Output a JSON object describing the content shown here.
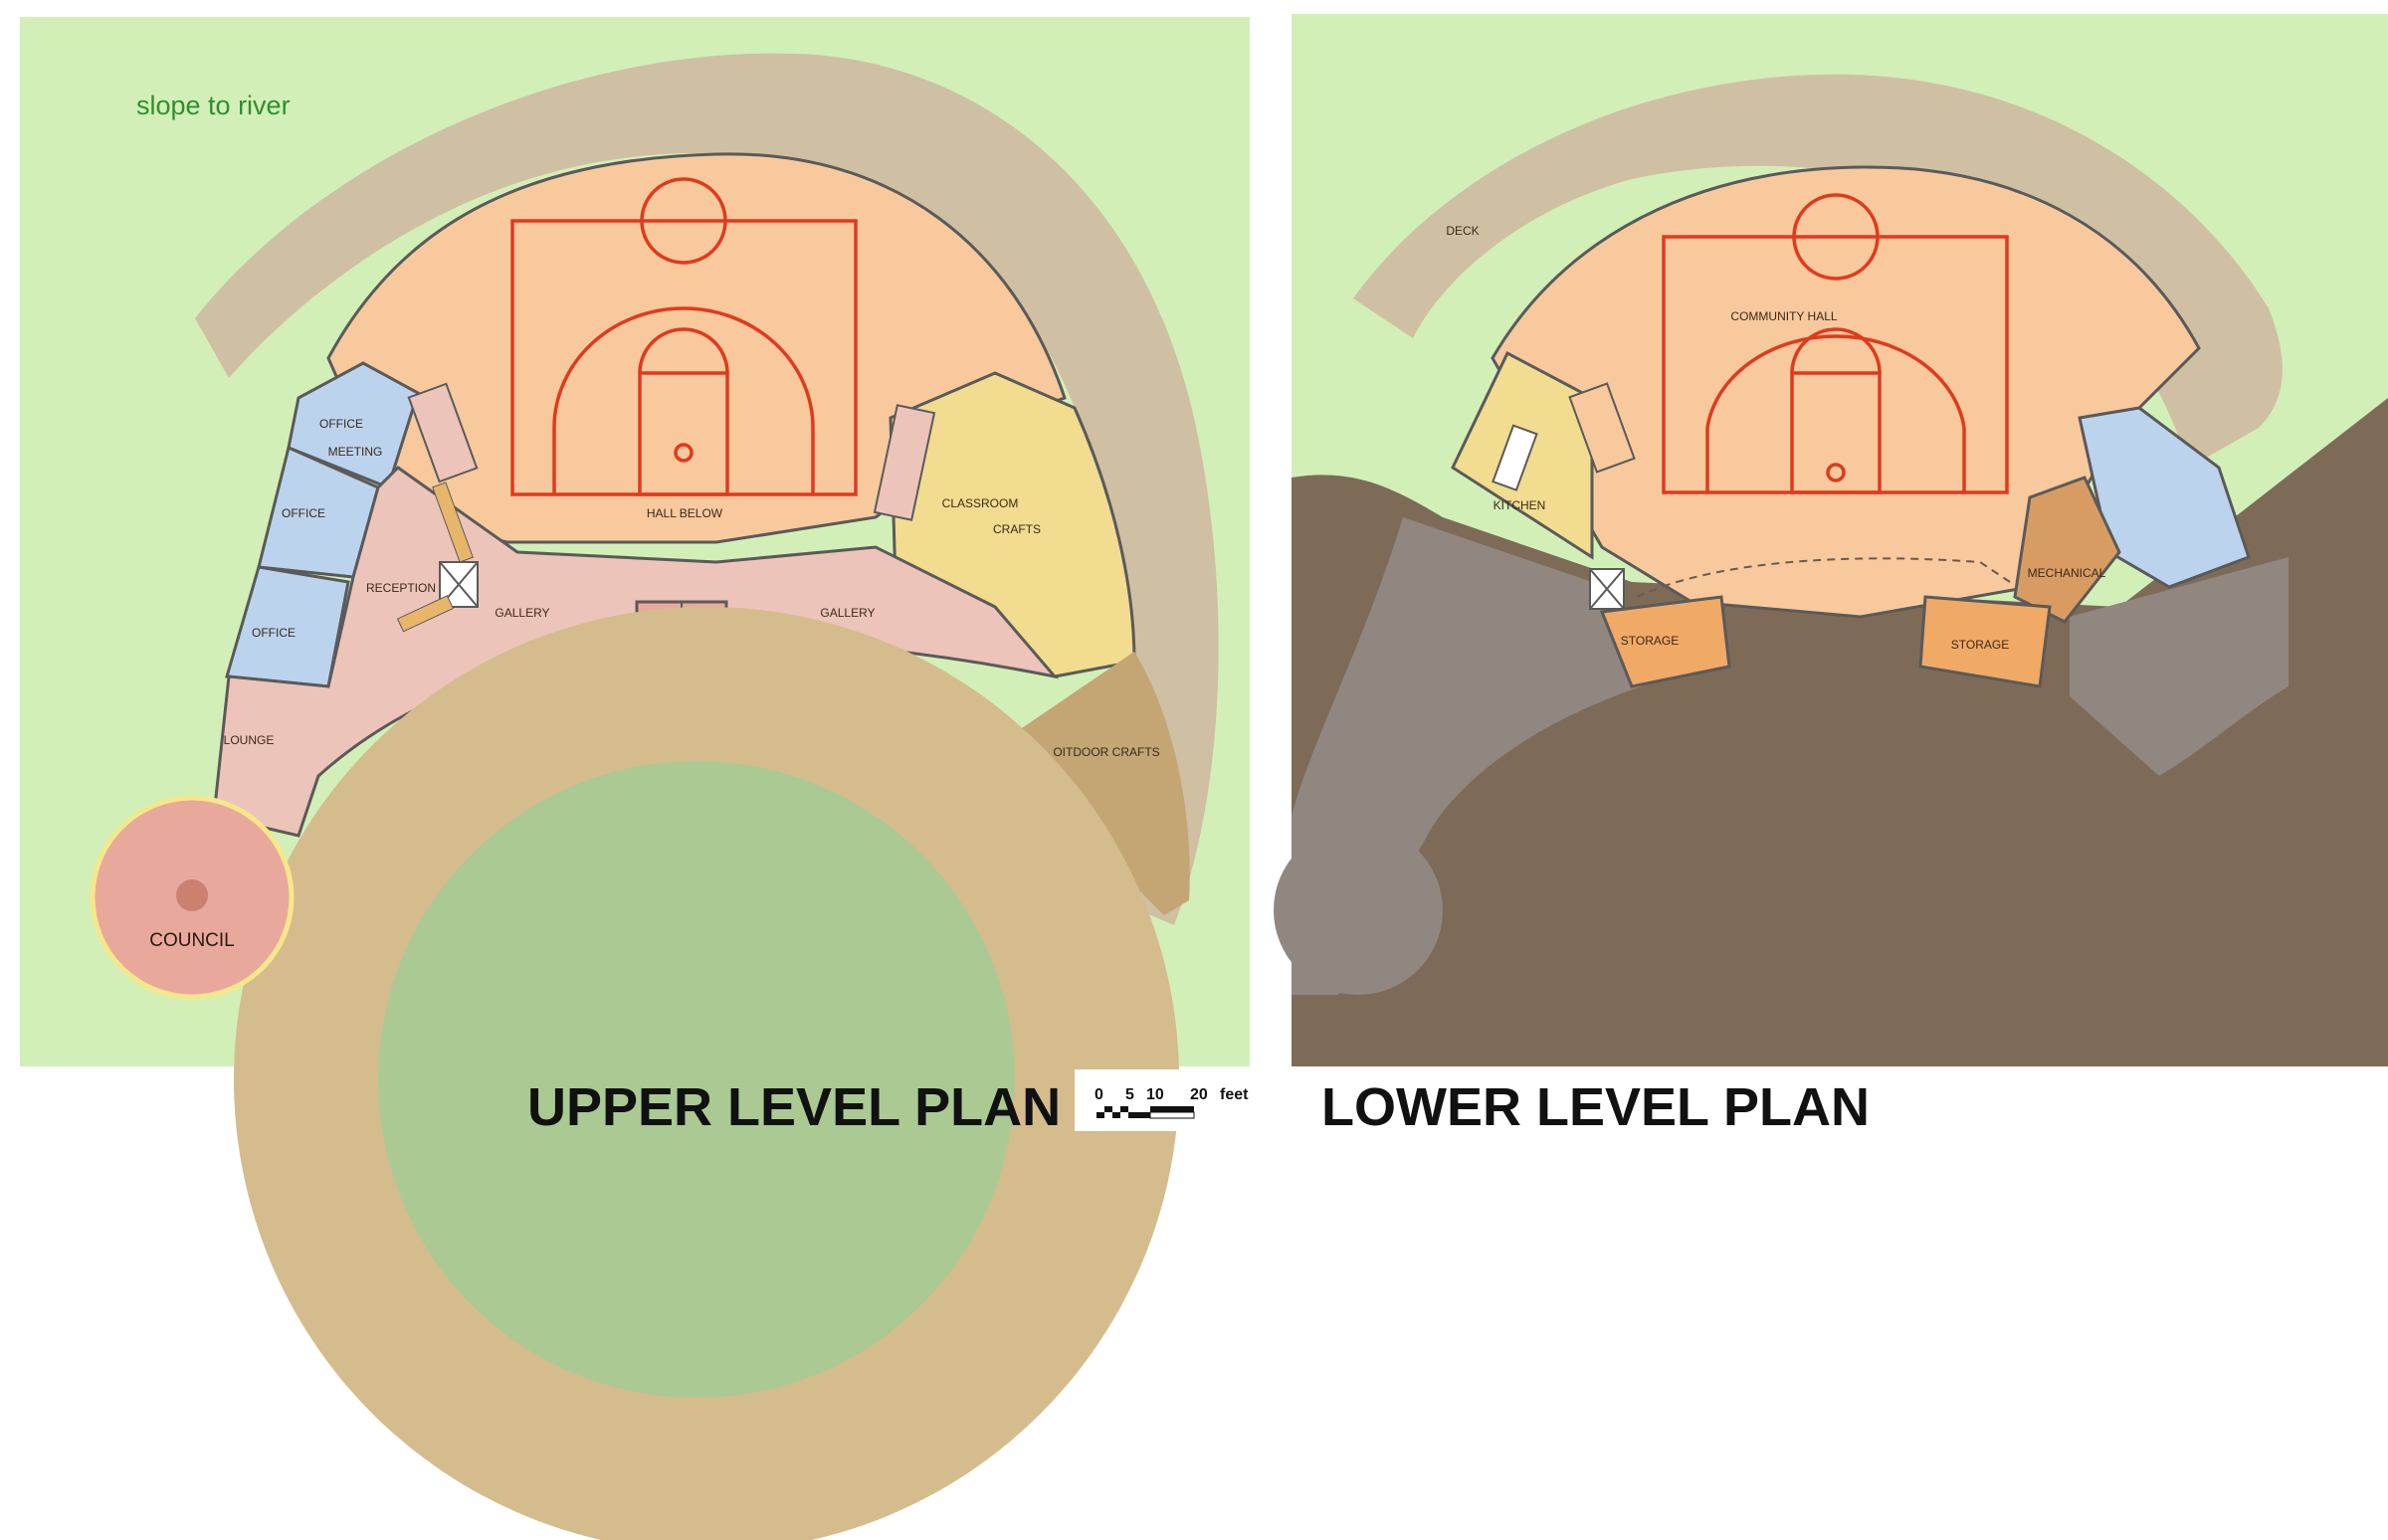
{
  "site": {
    "note": "slope to river"
  },
  "upper_plan": {
    "title": "UPPER LEVEL PLAN",
    "rooms": {
      "office_meeting_1": "OFFICE",
      "office_meeting_2": "MEETING",
      "office_2": "OFFICE",
      "office_3": "OFFICE",
      "reception": "RECEPTION",
      "gallery_left": "GALLERY",
      "gallery_right": "GALLERY",
      "hall_below": "HALL BELOW",
      "classroom_1": "CLASSROOM",
      "classroom_2": "CRAFTS",
      "lounge": "LOUNGE",
      "outdoor_crafts": "OITDOOR CRAFTS",
      "council": "COUNCIL"
    }
  },
  "lower_plan": {
    "title": "LOWER LEVEL PLAN",
    "rooms": {
      "deck": "DECK",
      "community_hall": "COMMUNITY HALL",
      "kitchen": "KITCHEN",
      "mechanical": "MECHANICAL",
      "storage_left": "STORAGE",
      "storage_right": "STORAGE"
    }
  },
  "scale_bar": {
    "ticks": [
      "0",
      "5",
      "10",
      "20"
    ],
    "unit": "feet"
  },
  "colors": {
    "lawn": "#d3efb8",
    "path": "#cfc0a3",
    "hall": "#f7c99d",
    "gallery": "#edc4b9",
    "office": "#bcd3ee",
    "classroom": "#f1dc8f",
    "outdoor": "#c3a673",
    "earth": "#7e6b57",
    "earth_light": "#8f8780",
    "plaza_ring": "#d5bc8d",
    "plaza_green": "#aac993",
    "council": "#e8a99c",
    "storage": "#f1a966",
    "mechanical": "#d89c63",
    "court_line": "#e03a1e"
  }
}
